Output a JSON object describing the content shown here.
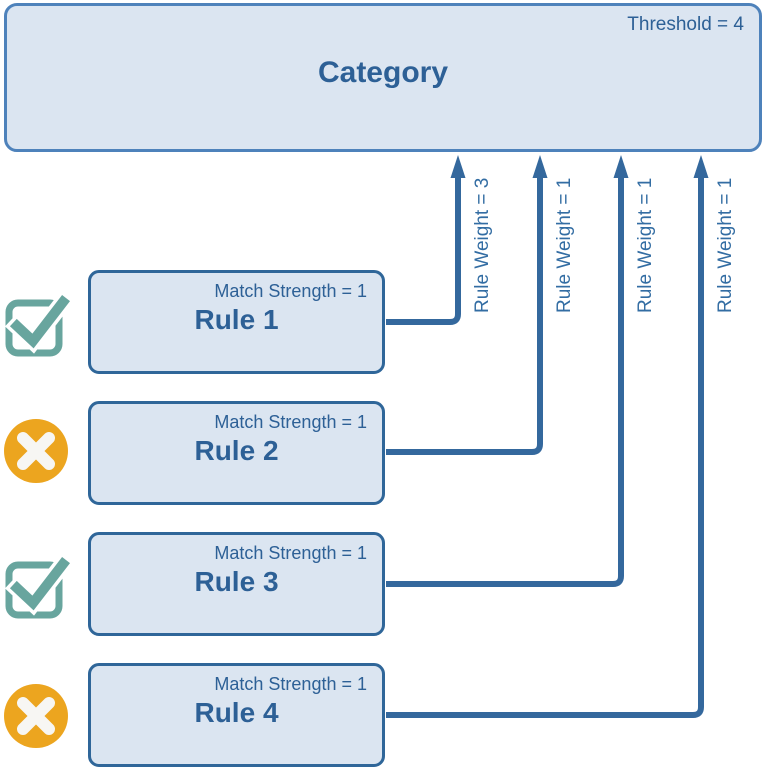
{
  "category": {
    "title": "Category",
    "threshold_label": "Threshold = 4",
    "threshold_value": 4
  },
  "rules": [
    {
      "name": "Rule 1",
      "match_strength_label": "Match Strength = 1",
      "match_strength": 1,
      "rule_weight_label": "Rule Weight = 3",
      "rule_weight": 3,
      "status_icon": "checkmark-icon"
    },
    {
      "name": "Rule 2",
      "match_strength_label": "Match Strength = 1",
      "match_strength": 1,
      "rule_weight_label": "Rule Weight = 1",
      "rule_weight": 1,
      "status_icon": "x-icon"
    },
    {
      "name": "Rule 3",
      "match_strength_label": "Match Strength = 1",
      "match_strength": 1,
      "rule_weight_label": "Rule Weight = 1",
      "rule_weight": 1,
      "status_icon": "checkmark-icon"
    },
    {
      "name": "Rule 4",
      "match_strength_label": "Match Strength = 1",
      "match_strength": 1,
      "rule_weight_label": "Rule Weight = 1",
      "rule_weight": 1,
      "status_icon": "x-icon"
    }
  ],
  "colors": {
    "box_fill": "#dbe5f1",
    "category_border": "#4e82bb",
    "rule_border": "#2f6699",
    "connector": "#34689d",
    "text": "#2d6096",
    "check_teal": "#68a59e",
    "x_circle_orange": "#eca51f",
    "x_glyph_white": "#f7f6f3"
  }
}
